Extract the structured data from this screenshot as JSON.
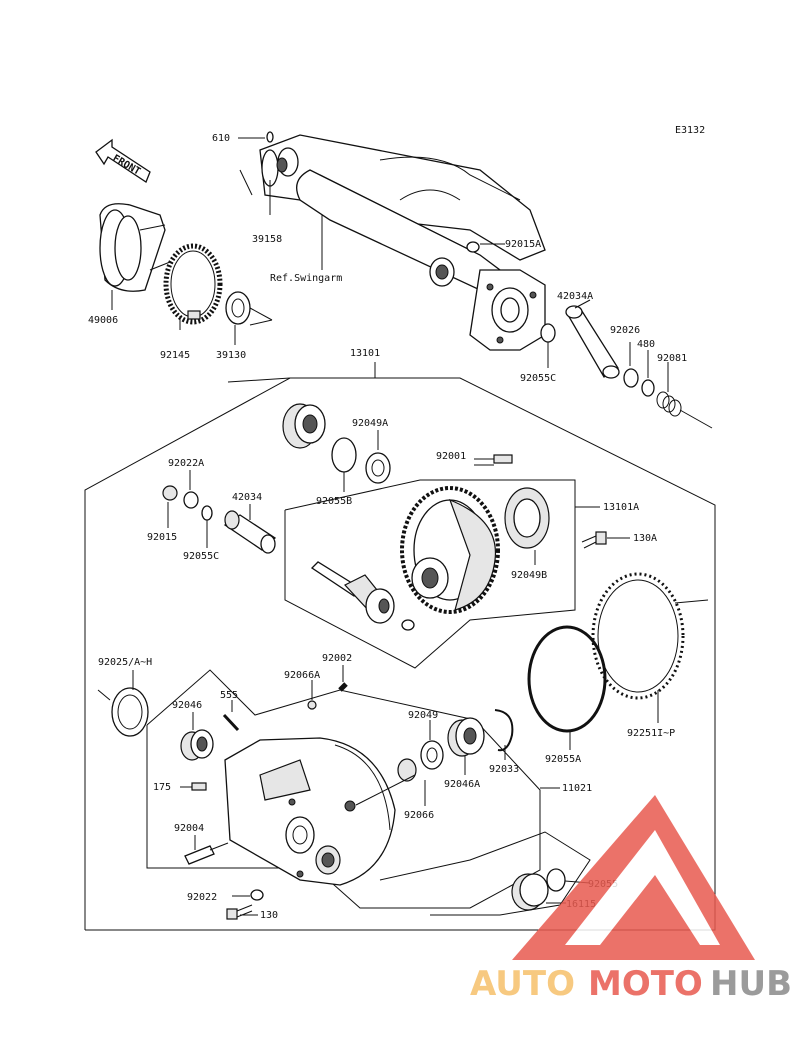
{
  "diagram": {
    "code": "E3132",
    "front_label": "FRONT",
    "ref_label": "Ref.Swingarm",
    "parts": {
      "p610": "610",
      "p39158": "39158",
      "p92015A": "92015A",
      "p49006": "49006",
      "p92145": "92145",
      "p39130": "39130",
      "p42034A": "42034A",
      "p92026": "92026",
      "p480": "480",
      "p92081": "92081",
      "p92055C_top": "92055C",
      "p13101": "13101",
      "p92049A": "92049A",
      "p92055B": "92055B",
      "p92001": "92001",
      "p92022A": "92022A",
      "p42034": "42034",
      "p92015": "92015",
      "p92055C": "92055C",
      "p13101A": "13101A",
      "p130A": "130A",
      "p92049B": "92049B",
      "p92025": "92025/A~H",
      "p92002": "92002",
      "p92066A": "92066A",
      "p555": "555",
      "p92046": "92046",
      "p92049": "92049",
      "p92046A": "92046A",
      "p92033": "92033",
      "p92055A": "92055A",
      "p92251": "92251I~P",
      "p11021": "11021",
      "p175": "175",
      "p92004": "92004",
      "p92066": "92066",
      "p92022": "92022",
      "p130": "130",
      "p92055": "92055",
      "p16115": "16115"
    }
  },
  "watermark": {
    "part1": "AUTO",
    "part2": "MOTO",
    "part3": "HUB",
    "color_light": "#f6c06a",
    "color_red": "#e85a4f",
    "color_gray": "#8a8a8a"
  }
}
